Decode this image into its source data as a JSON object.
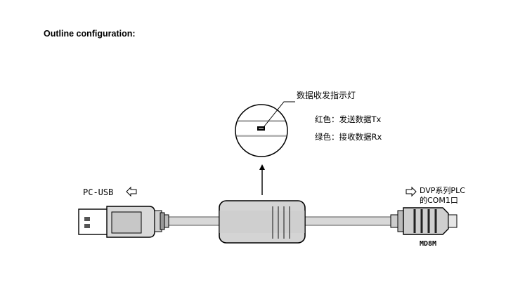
{
  "heading": "Outline configuration:",
  "indicator": {
    "title": "数据收发指示灯",
    "red_line": "红色：发送数据Tx",
    "green_line": "绿色：接收数据Rx"
  },
  "pc_usb": {
    "label": "PC-USB",
    "arrow_icon": "left-arrow-icon"
  },
  "plc": {
    "line1": "DVP系列PLC",
    "line2": "的COM1口",
    "connector": "MD8M",
    "arrow_icon": "right-arrow-icon"
  }
}
